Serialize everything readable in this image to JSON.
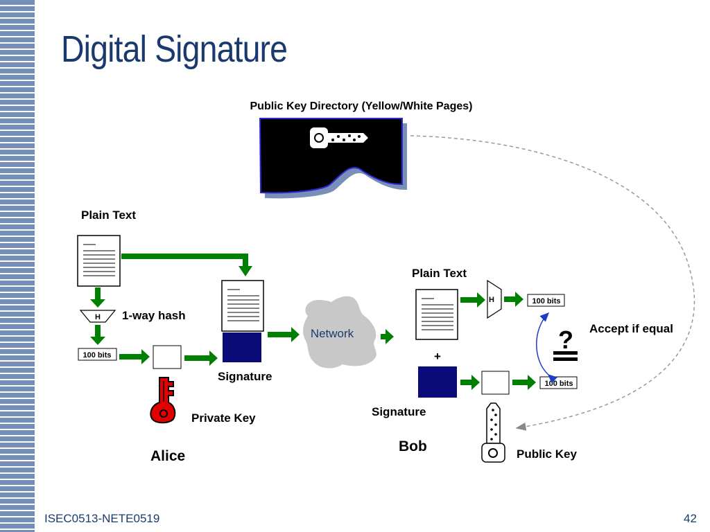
{
  "slide": {
    "title": "Digital Signature",
    "footer": "ISEC0513-NETE0519",
    "page_number": "42"
  },
  "diagram": {
    "directory_label": "Public Key Directory (Yellow/White Pages)",
    "alice": {
      "name": "Alice",
      "plain_text_label": "Plain Text",
      "hash_box": "H",
      "hash_label": "1-way hash",
      "bits_label": "100 bits",
      "signature_label": "Signature",
      "private_key_label": "Private Key"
    },
    "network_label": "Network",
    "bob": {
      "name": "Bob",
      "plain_text_label": "Plain Text",
      "hash_box": "H",
      "bits_top": "100 bits",
      "bits_bottom": "100 bits",
      "plus": "+",
      "signature_label": "Signature",
      "accept_label": "Accept if equal",
      "question": "?",
      "public_key_label": "Public Key"
    }
  },
  "colors": {
    "title": "#1a3a6e",
    "arrow": "#008000",
    "signature_block": "#0a0a78",
    "private_key": "#e00000",
    "network": "#c8c8c8",
    "sidebar": "#7590b8"
  }
}
